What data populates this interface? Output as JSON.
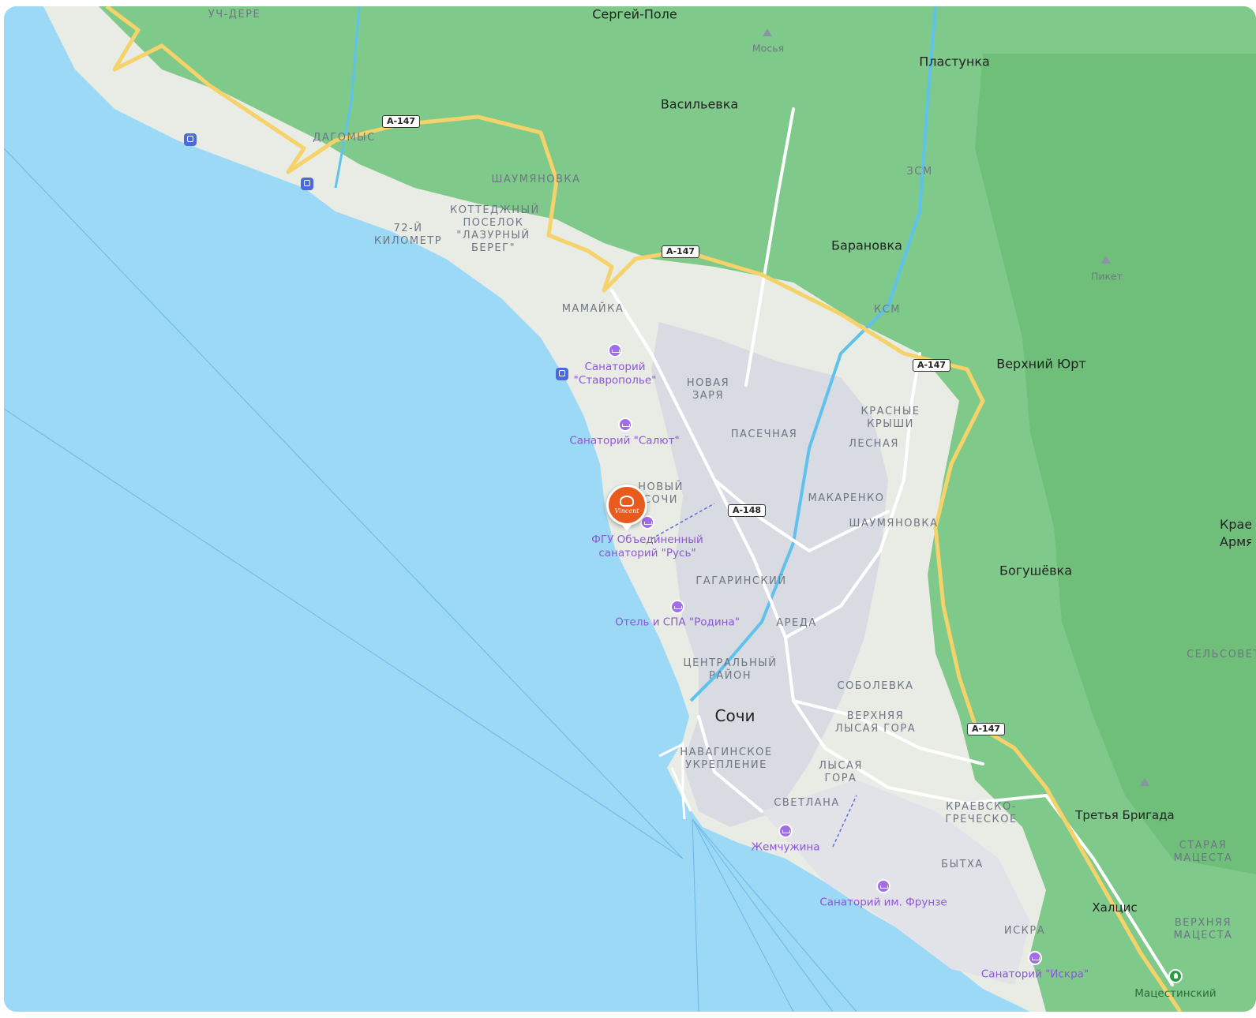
{
  "map": {
    "colors": {
      "sea": "#9bd9f7",
      "forest": "#7fc98a",
      "land": "#e9ece4",
      "urban": "#d8dbe2",
      "highway": "#f5d36a",
      "road": "#ffffff",
      "river": "#5fc2ec",
      "poi": "#8c56d8",
      "pin": "#e85b1c"
    },
    "cities": {
      "sochi": "Сочи",
      "sergey_pole": "Сергей-Поле",
      "plastunka": "Пластунка",
      "vasilevka": "Васильевка",
      "baranovka": "Барановка",
      "verkhniy_yurt": "Верхний Юрт",
      "bogushevka": "Богушёвка",
      "tretya_brigada": "Третья Бригада",
      "khalsis": "Халцис",
      "kraevo_armyanskoe": "Краево-Армянское"
    },
    "districts": {
      "uch_dere": "УЧ-ДЕРЕ",
      "dagomys": "ДАГОМЫС",
      "shaumyanovka_nw": "ШАУМЯНОВКА",
      "cottage": "КОТТЕДЖНЫЙ ПОСЕЛОК \"ЛАЗУРНЫЙ БЕРЕГ\"",
      "km72": "72-Й КИЛОМЕТР",
      "mamayka": "МАМАЙКА",
      "zsm": "ЗСМ",
      "ksm": "КСМ",
      "novaya_zarya": "НОВАЯ ЗАРЯ",
      "pasechnaya": "ПАСЕЧНАЯ",
      "krasnye_kryshi": "КРАСНЫЕ КРЫШИ",
      "lesnaya": "ЛЕСНАЯ",
      "noviy_sochi": "НОВЫЙ СОЧИ",
      "makarenko": "МАКАРЕНКО",
      "shaumyanovka": "ШАУМЯНОВКА",
      "gagarinskiy": "ГАГАРИНСКИЙ",
      "areda": "АРЕДА",
      "centralniy": "ЦЕНТРАЛЬНЫЙ РАЙОН",
      "sobolevka": "СОБОЛЕВКА",
      "verkh_lysaya": "ВЕРХНЯЯ ЛЫСАЯ ГОРА",
      "navaginskoe": "НАВАГИНСКОЕ УКРЕПЛЕНИЕ",
      "lysaya": "ЛЫСАЯ ГОРА",
      "svetlana": "СВЕТЛАНА",
      "kraevsko": "КРАЕВСКО-ГРЕЧЕСКОЕ",
      "bytkha": "БЫТХА",
      "iskra": "ИСКРА",
      "staraya_matsesta": "СТАРАЯ МАЦЕСТА",
      "verkh_matsesta": "ВЕРХНЯЯ МАЦЕСТА",
      "selsovet": "СЕЛЬСОВЕТ"
    },
    "peaks": {
      "mosya": "Мосья",
      "piket": "Пикет"
    },
    "roads": {
      "a147_a": "А-147",
      "a147_b": "А-147",
      "a147_c": "А-147",
      "a147_d": "А-147",
      "a148": "А-148"
    },
    "pois": {
      "stavropolye": "Санаторий \"Ставрополье\"",
      "salyut": "Санаторий \"Салют\"",
      "rus": "ФГУ Объединенный санаторий \"Русь\"",
      "rodina": "Отель и СПА \"Родина\"",
      "zhemchuzhina": "Жемчужина",
      "frunze": "Санаторий им. Фрунзе",
      "iskra_san": "Санаторий \"Искра\"",
      "matsestinskiy": "Мацестинский"
    },
    "pin": {
      "brand": "Vincent"
    }
  }
}
